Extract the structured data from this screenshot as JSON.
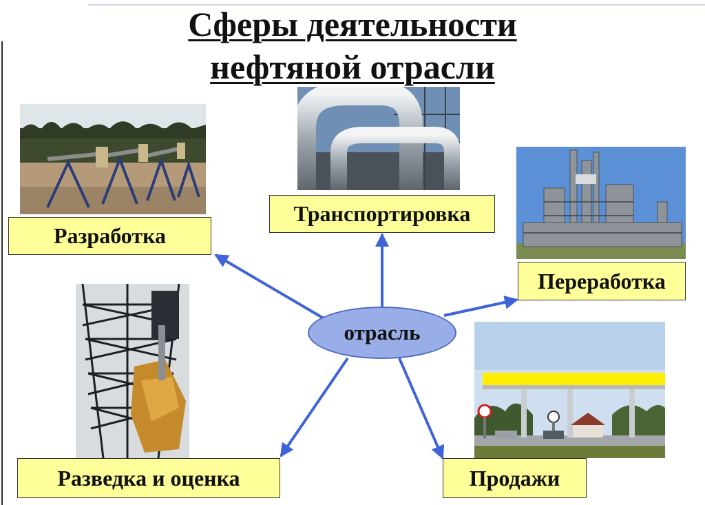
{
  "title": {
    "line1": "Сферы деятельности",
    "line2": "нефтяной отрасли"
  },
  "hub": {
    "label": "отрасль"
  },
  "spheres": [
    {
      "label": "Разработка"
    },
    {
      "label": "Транспортировка"
    },
    {
      "label": "Переработка"
    },
    {
      "label": "Разведка и оценка"
    },
    {
      "label": "Продажи"
    }
  ],
  "photos": [
    {
      "icon": "oil-pump-jacks-photo"
    },
    {
      "icon": "pipeline-photo"
    },
    {
      "icon": "refinery-photo"
    },
    {
      "icon": "drilling-rig-photo"
    },
    {
      "icon": "gas-station-photo"
    }
  ],
  "colors": {
    "label_fill": "#ffff99",
    "hub_fill": "#99aee8",
    "arrow": "#3f63d8"
  }
}
